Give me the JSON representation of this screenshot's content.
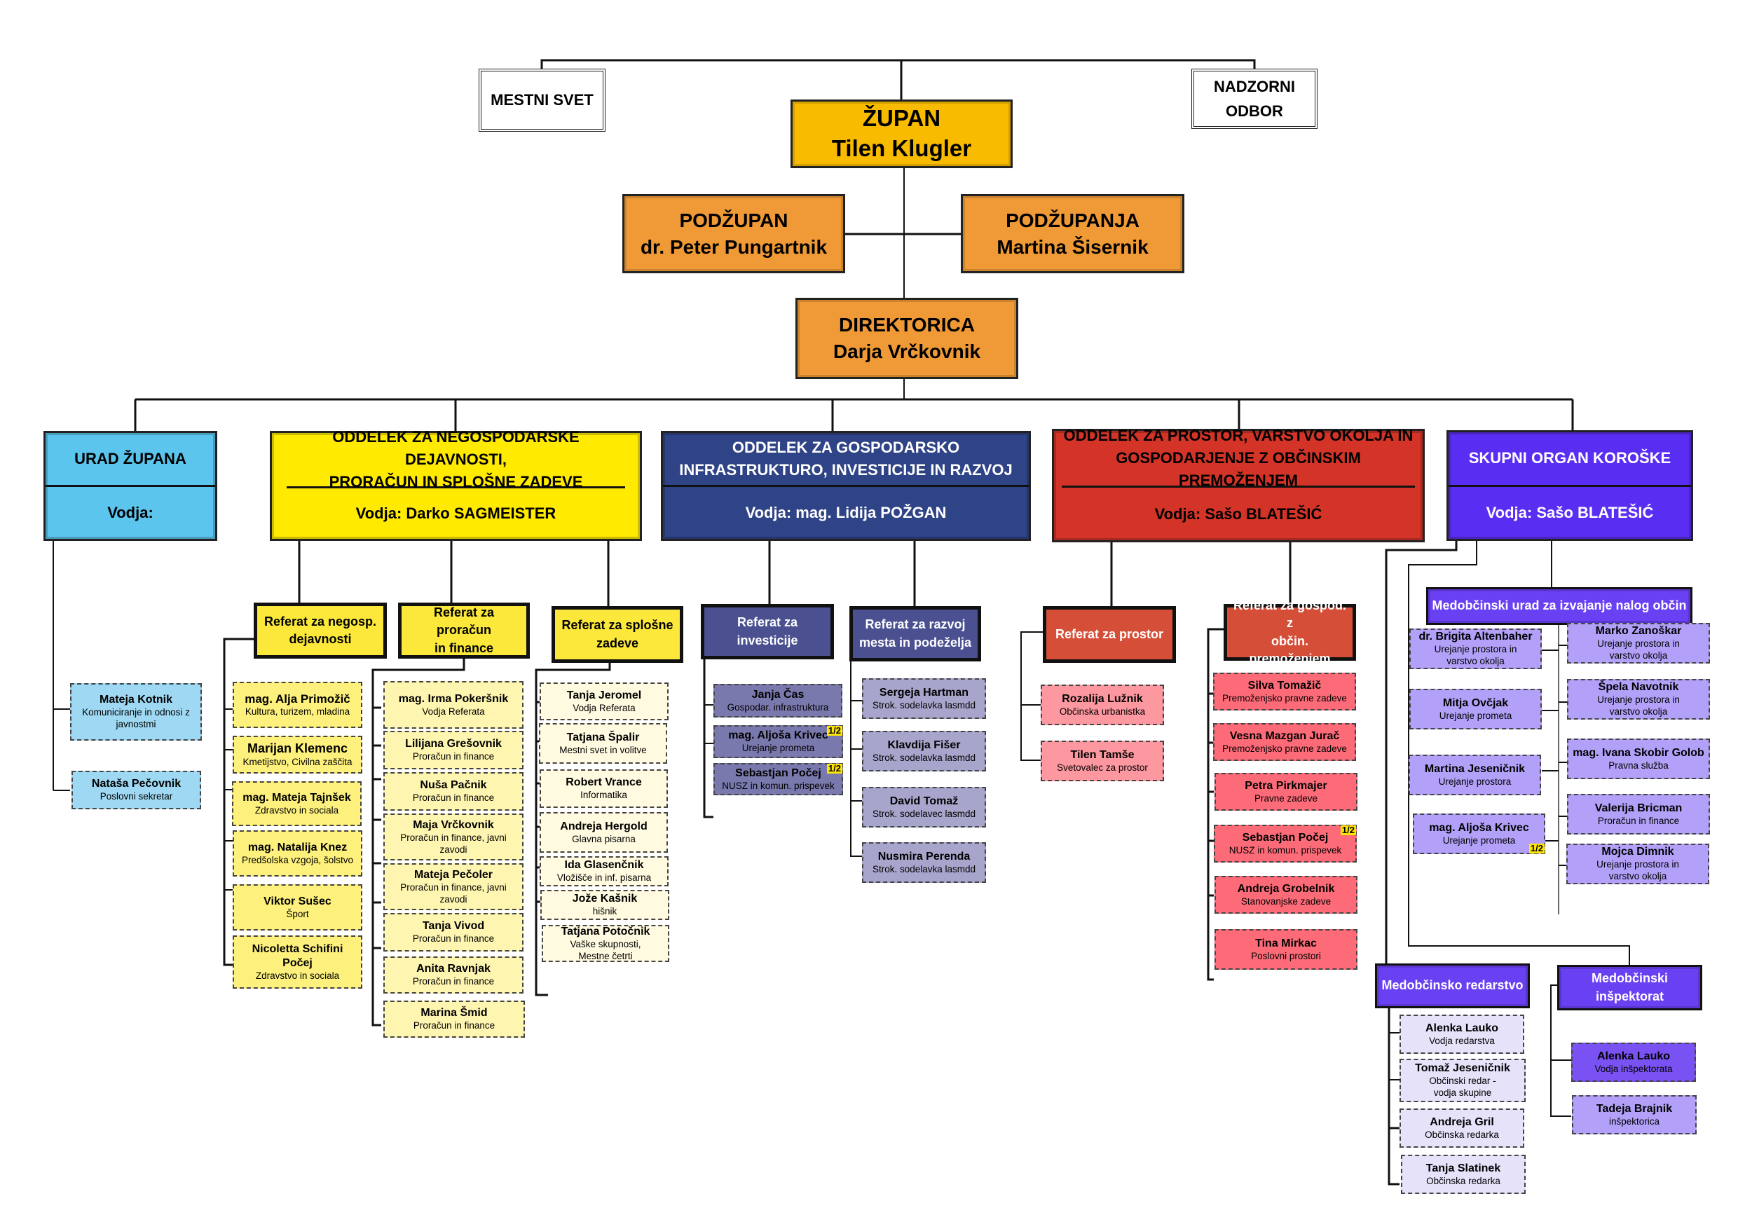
{
  "top": {
    "mestni_svet": "MESTNI SVET",
    "nadzorni_odbor": [
      "NADZORNI",
      "ODBOR"
    ],
    "zupan": {
      "title": "ŽUPAN",
      "name": "Tilen Klugler"
    },
    "podzupan": {
      "title": "PODŽUPAN",
      "name": "dr. Peter Pungartnik"
    },
    "podzupanja": {
      "title": "PODŽUPANJA",
      "name": "Martina Šisernik"
    },
    "direktorica": {
      "title": "DIREKTORICA",
      "name": "Darja Vrčkovnik"
    }
  },
  "colors": {
    "zupan": "#f9bb00",
    "vice": "#f09a37",
    "urad": "#5bc5ee",
    "negosp": "#ffea00",
    "gospod": "#2f4387",
    "prostor": "#d33427",
    "skupni": "#5a2ef2"
  },
  "departments": {
    "urad": {
      "title": [
        "URAD ŽUPANA"
      ],
      "leader": "Vodja:"
    },
    "negosp": {
      "title": [
        "ODDELEK ZA NEGOSPODARSKE DEJAVNOSTI,",
        "PRORAČUN IN SPLOŠNE ZADEVE"
      ],
      "leader": "Vodja: Darko SAGMEISTER"
    },
    "gospod": {
      "title": [
        "ODDELEK ZA GOSPODARSKO",
        "INFRASTRUKTURO, INVESTICIJE IN RAZVOJ"
      ],
      "leader": "Vodja: mag. Lidija POŽGAN"
    },
    "prostor": {
      "title": [
        "ODDELEK ZA PROSTOR, VARSTVO OKOLJA IN",
        "GOSPODARJENJE Z OBČINSKIM PREMOŽENJEM"
      ],
      "leader": "Vodja: Sašo BLATEŠIĆ"
    },
    "skupni": {
      "title": [
        "SKUPNI ORGAN KOROŠKE"
      ],
      "leader": "Vodja: Sašo BLATEŠIĆ"
    }
  },
  "referats": {
    "negosp": [
      "Referat za negosp.",
      "dejavnosti"
    ],
    "proracun": [
      "Referat za proračun",
      "in finance"
    ],
    "splosne": [
      "Referat za splošne",
      "zadeve"
    ],
    "investicije": [
      "Referat za",
      "investicije"
    ],
    "razvoj": [
      "Referat za razvoj",
      "mesta in podeželja"
    ],
    "prostor": [
      "Referat za prostor"
    ],
    "gospod": [
      "Referat za gospod. z",
      "občin. premoženjem"
    ],
    "medob_urad": [
      "Medobčinski urad za izvajanje nalog občin"
    ],
    "redarstvo": [
      "Medobčinsko redarstvo"
    ],
    "inspektorat": [
      "Medobčinski",
      "inšpektorat"
    ]
  },
  "staff": {
    "urad": [
      {
        "name": "Mateja Kotnik",
        "role": "Komuniciranje in odnosi z javnostmi"
      },
      {
        "name": "Nataša Pečovnik",
        "role": "Poslovni sekretar"
      }
    ],
    "negosp": [
      {
        "name": "mag. Alja Primožič",
        "role": "Kultura, turizem, mladina"
      },
      {
        "name": "Marijan Klemenc",
        "role": "Kmetijstvo, Civilna zaščita"
      },
      {
        "name": "mag. Mateja Tajnšek",
        "role": "Zdravstvo in sociala"
      },
      {
        "name": "mag. Natalija Knez",
        "role": "Predšolska vzgoja, šolstvo"
      },
      {
        "name": "Viktor Sušec",
        "role": "Šport"
      },
      {
        "name": "Nicoletta Schifini Počej",
        "role": "Zdravstvo in sociala"
      }
    ],
    "proracun": [
      {
        "name": "mag. Irma Pokeršnik",
        "role": "Vodja Referata"
      },
      {
        "name": "Lilijana Grešovnik",
        "role": "Proračun in finance"
      },
      {
        "name": "Nuša Pačnik",
        "role": "Proračun in finance"
      },
      {
        "name": "Maja Vrčkovnik",
        "role": "Proračun in finance, javni zavodi"
      },
      {
        "name": "Mateja Pečoler",
        "role": "Proračun in finance, javni zavodi"
      },
      {
        "name": "Tanja Vivod",
        "role": "Proračun in finance"
      },
      {
        "name": "Anita Ravnjak",
        "role": "Proračun in finance"
      },
      {
        "name": "Marina Šmid",
        "role": "Proračun in finance"
      }
    ],
    "splosne": [
      {
        "name": "Tanja Jeromel",
        "role": "Vodja Referata"
      },
      {
        "name": "Tatjana Špalir",
        "role": "Mestni svet in volitve"
      },
      {
        "name": "Robert Vrance",
        "role": "Informatika"
      },
      {
        "name": "Andreja Hergold",
        "role": "Glavna pisarna"
      },
      {
        "name": "Ida Glasenčnik",
        "role": "Vložišče in inf. pisarna"
      },
      {
        "name": "Jože Kašnik",
        "role": "hišnik"
      },
      {
        "name": "Tatjana Potočnik",
        "role": "Vaške skupnosti, Mestne četrti"
      }
    ],
    "investicije": [
      {
        "name": "Janja Čas",
        "role": "Gospodar. infrastruktura"
      },
      {
        "name": "mag. Aljoša Krivec",
        "role": "Urejanje prometa",
        "badge": "1/2"
      },
      {
        "name": "Sebastjan Počej",
        "role": "NUSZ in komun. prispevek",
        "badge": "1/2"
      }
    ],
    "razvoj": [
      {
        "name": "Sergeja Hartman",
        "role": "Strok. sodelavka lasmdd"
      },
      {
        "name": "Klavdija Fišer",
        "role": "Strok. sodelavka lasmdd"
      },
      {
        "name": "David Tomaž",
        "role": "Strok. sodelavec lasmdd"
      },
      {
        "name": "Nusmira Perenda",
        "role": "Strok. sodelavka lasmdd"
      }
    ],
    "prostor": [
      {
        "name": "Rozalija Lužnik",
        "role": "Občinska urbanistka"
      },
      {
        "name": "Tilen Tamše",
        "role": "Svetovalec za prostor"
      }
    ],
    "gospod": [
      {
        "name": "Silva Tomažič",
        "role": "Premoženjsko pravne zadeve"
      },
      {
        "name": "Vesna Mazgan Jurač",
        "role": "Premoženjsko pravne zadeve"
      },
      {
        "name": "Petra Pirkmajer",
        "role": "Pravne zadeve"
      },
      {
        "name": "Sebastjan Počej",
        "role": "NUSZ in komun. prispevek",
        "badge": "1/2"
      },
      {
        "name": "Andreja Grobelnik",
        "role": "Stanovanjske zadeve"
      },
      {
        "name": "Tina Mirkac",
        "role": "Poslovni prostori"
      }
    ],
    "medob_left": [
      {
        "name": "dr. Brigita Altenbaher",
        "role": "Urejanje prostora in varstvo okolja"
      },
      {
        "name": "Mitja Ovčjak",
        "role": "Urejanje prometa"
      },
      {
        "name": "Martina Jeseničnik",
        "role": "Urejanje prostora"
      },
      {
        "name": "mag. Aljoša Krivec",
        "role": "Urejanje prometa",
        "badge": "1/2"
      }
    ],
    "medob_right": [
      {
        "name": "Marko Zanoškar",
        "role": "Urejanje prostora in varstvo okolja"
      },
      {
        "name": "Špela Navotnik",
        "role": "Urejanje prostora in varstvo okolja"
      },
      {
        "name": "mag. Ivana Skobir Golob",
        "role": "Pravna služba"
      },
      {
        "name": "Valerija Bricman",
        "role": "Proračun in finance"
      },
      {
        "name": "Mojca Dimnik",
        "role": "Urejanje prostora in varstvo okolja"
      }
    ],
    "redarstvo": [
      {
        "name": "Alenka Lauko",
        "role": "Vodja redarstva"
      },
      {
        "name": "Tomaž Jeseničnik",
        "role": "Občinski redar - vodja skupine"
      },
      {
        "name": "Andreja Gril",
        "role": "Občinska redarka"
      },
      {
        "name": "Tanja Slatinek",
        "role": "Občinska redarka"
      }
    ],
    "inspektorat": [
      {
        "name": "Alenka Lauko",
        "role": "Vodja inšpektorata"
      },
      {
        "name": "Tadeja Brajnik",
        "role": "inšpektorica"
      }
    ]
  }
}
